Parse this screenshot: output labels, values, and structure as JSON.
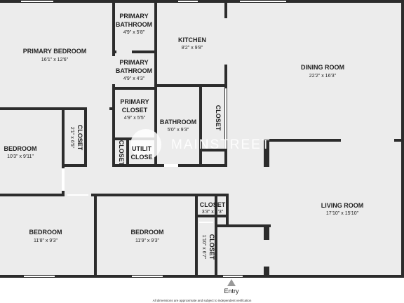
{
  "rooms": {
    "primary_bedroom": {
      "name": "PRIMARY BEDROOM",
      "dims": "16'1\" x 12'6\""
    },
    "primary_bathroom_1": {
      "name1": "PRIMARY",
      "name2": "BATHROOM",
      "dims": "4'9\" x 5'8\""
    },
    "primary_bathroom_2": {
      "name1": "PRIMARY",
      "name2": "BATHROOM",
      "dims": "4'9\" x 4'3\""
    },
    "kitchen": {
      "name": "KITCHEN",
      "dims": "8'2\" x 9'8\""
    },
    "dining_room": {
      "name": "DINING ROOM",
      "dims": "22'2\" x 16'3\""
    },
    "primary_closet": {
      "name1": "PRIMARY",
      "name2": "CLOSET",
      "dims": "4'9\" x 5'5\""
    },
    "bathroom": {
      "name": "BATHROOM",
      "dims": "5'0\" x 9'3\""
    },
    "closet_kitchen": {
      "name": "CLOSET"
    },
    "closet_west": {
      "name": "CLOSET",
      "dims": "2'1\" x 6'5\""
    },
    "bedroom_west": {
      "name": "BEDROOM",
      "dims": "10'3\" x 9'11\""
    },
    "closet_small": {
      "name": "CLOSET"
    },
    "utility_close": {
      "name1": "UTILIT",
      "name2": "CLOSE"
    },
    "closet_hall": {
      "name": "CLOSET",
      "dims": "3'3\" x 2'3\""
    },
    "closet_south": {
      "name": "CLOSET",
      "dims": "1'10\" x 6'7\""
    },
    "living_room": {
      "name": "LIVING ROOM",
      "dims": "17'10\" x 15'10\""
    },
    "bedroom_sw": {
      "name": "BEDROOM",
      "dims": "11'8\" x 9'3\""
    },
    "bedroom_s": {
      "name": "BEDROOM",
      "dims": "11'9\" x 9'3\""
    }
  },
  "watermark": {
    "text": "MAINSTREET"
  },
  "entry": {
    "label": "Entry"
  },
  "disclaimer": "All dimensions are approximate and subject to independent verification",
  "colors": {
    "wall": "#2c2c2c",
    "floor": "#ececec",
    "window": "#ffffff"
  }
}
